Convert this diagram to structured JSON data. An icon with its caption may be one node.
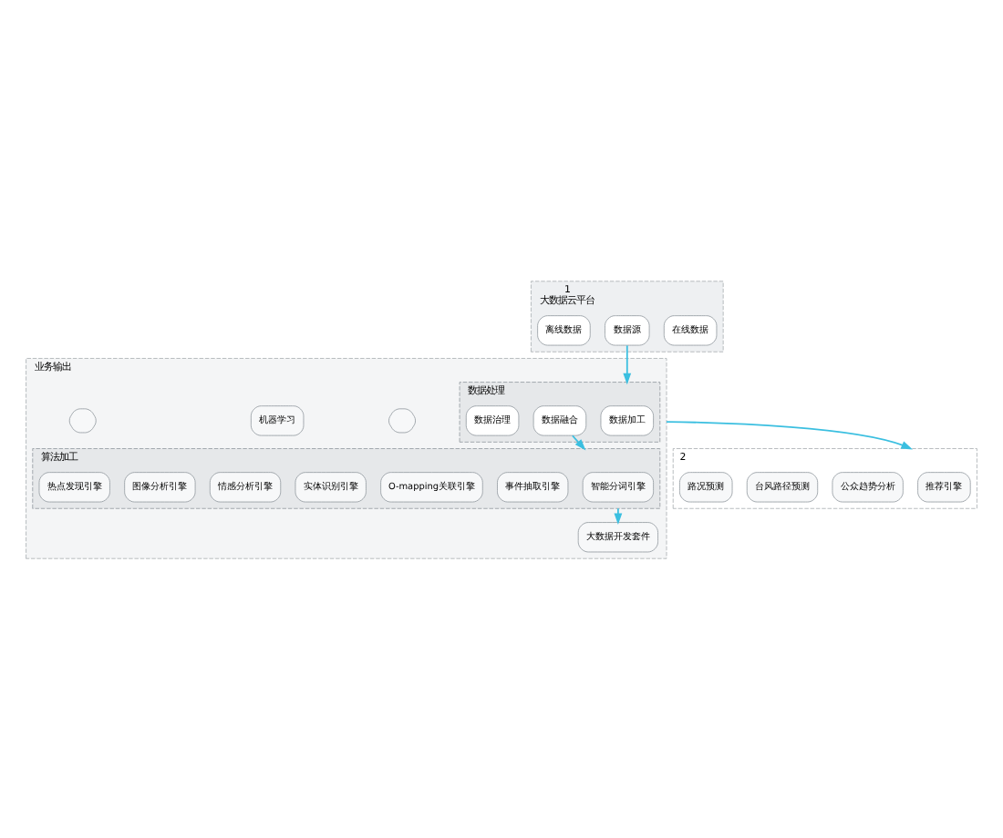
{
  "diagram": {
    "nodes": [
      {
        "text": [
          "1",
          "大数据云平台"
        ]
      },
      {
        "text": [
          "在线数据"
        ],
        "in": 0
      },
      {
        "text": [
          "数据源"
        ],
        "in": 0
      },
      {
        "text": [
          "离线数据"
        ],
        "in": 0
      },
      {
        "text": [
          "业务输出"
        ]
      },
      {
        "text": [
          "数据处理"
        ],
        "in": 4
      },
      {
        "text": [
          "数据加工"
        ],
        "in": 5
      },
      {
        "text": [
          "数据融合"
        ],
        "in": 5
      },
      {
        "text": [
          "数据治理"
        ],
        "in": 5
      },
      {
        "text": [
          "算法加工"
        ],
        "in": 4
      },
      {
        "text": [
          "智能分词引擎"
        ],
        "in": 9
      },
      {
        "text": [
          "事件抽取引擎"
        ],
        "in": 9
      },
      {
        "text": [
          "O-mapping关联引擎"
        ],
        "in": 9
      },
      {
        "text": [
          "实体识别引擎"
        ],
        "in": 9
      },
      {
        "text": [
          "情感分析引擎"
        ],
        "in": 9
      },
      {
        "text": [
          "图像分析引擎"
        ],
        "in": 9
      },
      {
        "text": [
          "热点发现引擎"
        ],
        "in": 9
      },
      {
        "text": [],
        "shape": "hexagon",
        "in": 4
      },
      {
        "text": [
          "机器学习"
        ],
        "in": 4
      },
      {
        "text": [
          "大数据开发套件"
        ],
        "in": 4
      },
      {
        "text": [],
        "shape": "hexagon",
        "in": 4
      },
      {
        "text": [
          "2"
        ]
      },
      {
        "text": [
          "推荐引擎"
        ],
        "in": 21
      },
      {
        "text": [
          "公众趋势分析"
        ],
        "in": 21
      },
      {
        "text": [
          "台风路径预测"
        ],
        "in": 21
      },
      {
        "text": [
          "路况预测"
        ],
        "in": 21
      }
    ],
    "edges": [
      {
        "from": 2,
        "to": 5,
        "arrow": "to"
      },
      {
        "from": 7,
        "to": 9,
        "arrow": "to"
      },
      {
        "from": 9,
        "to": 19,
        "arrow": "to"
      },
      {
        "from": 4,
        "to": 21,
        "arrow": "to"
      }
    ]
  }
}
